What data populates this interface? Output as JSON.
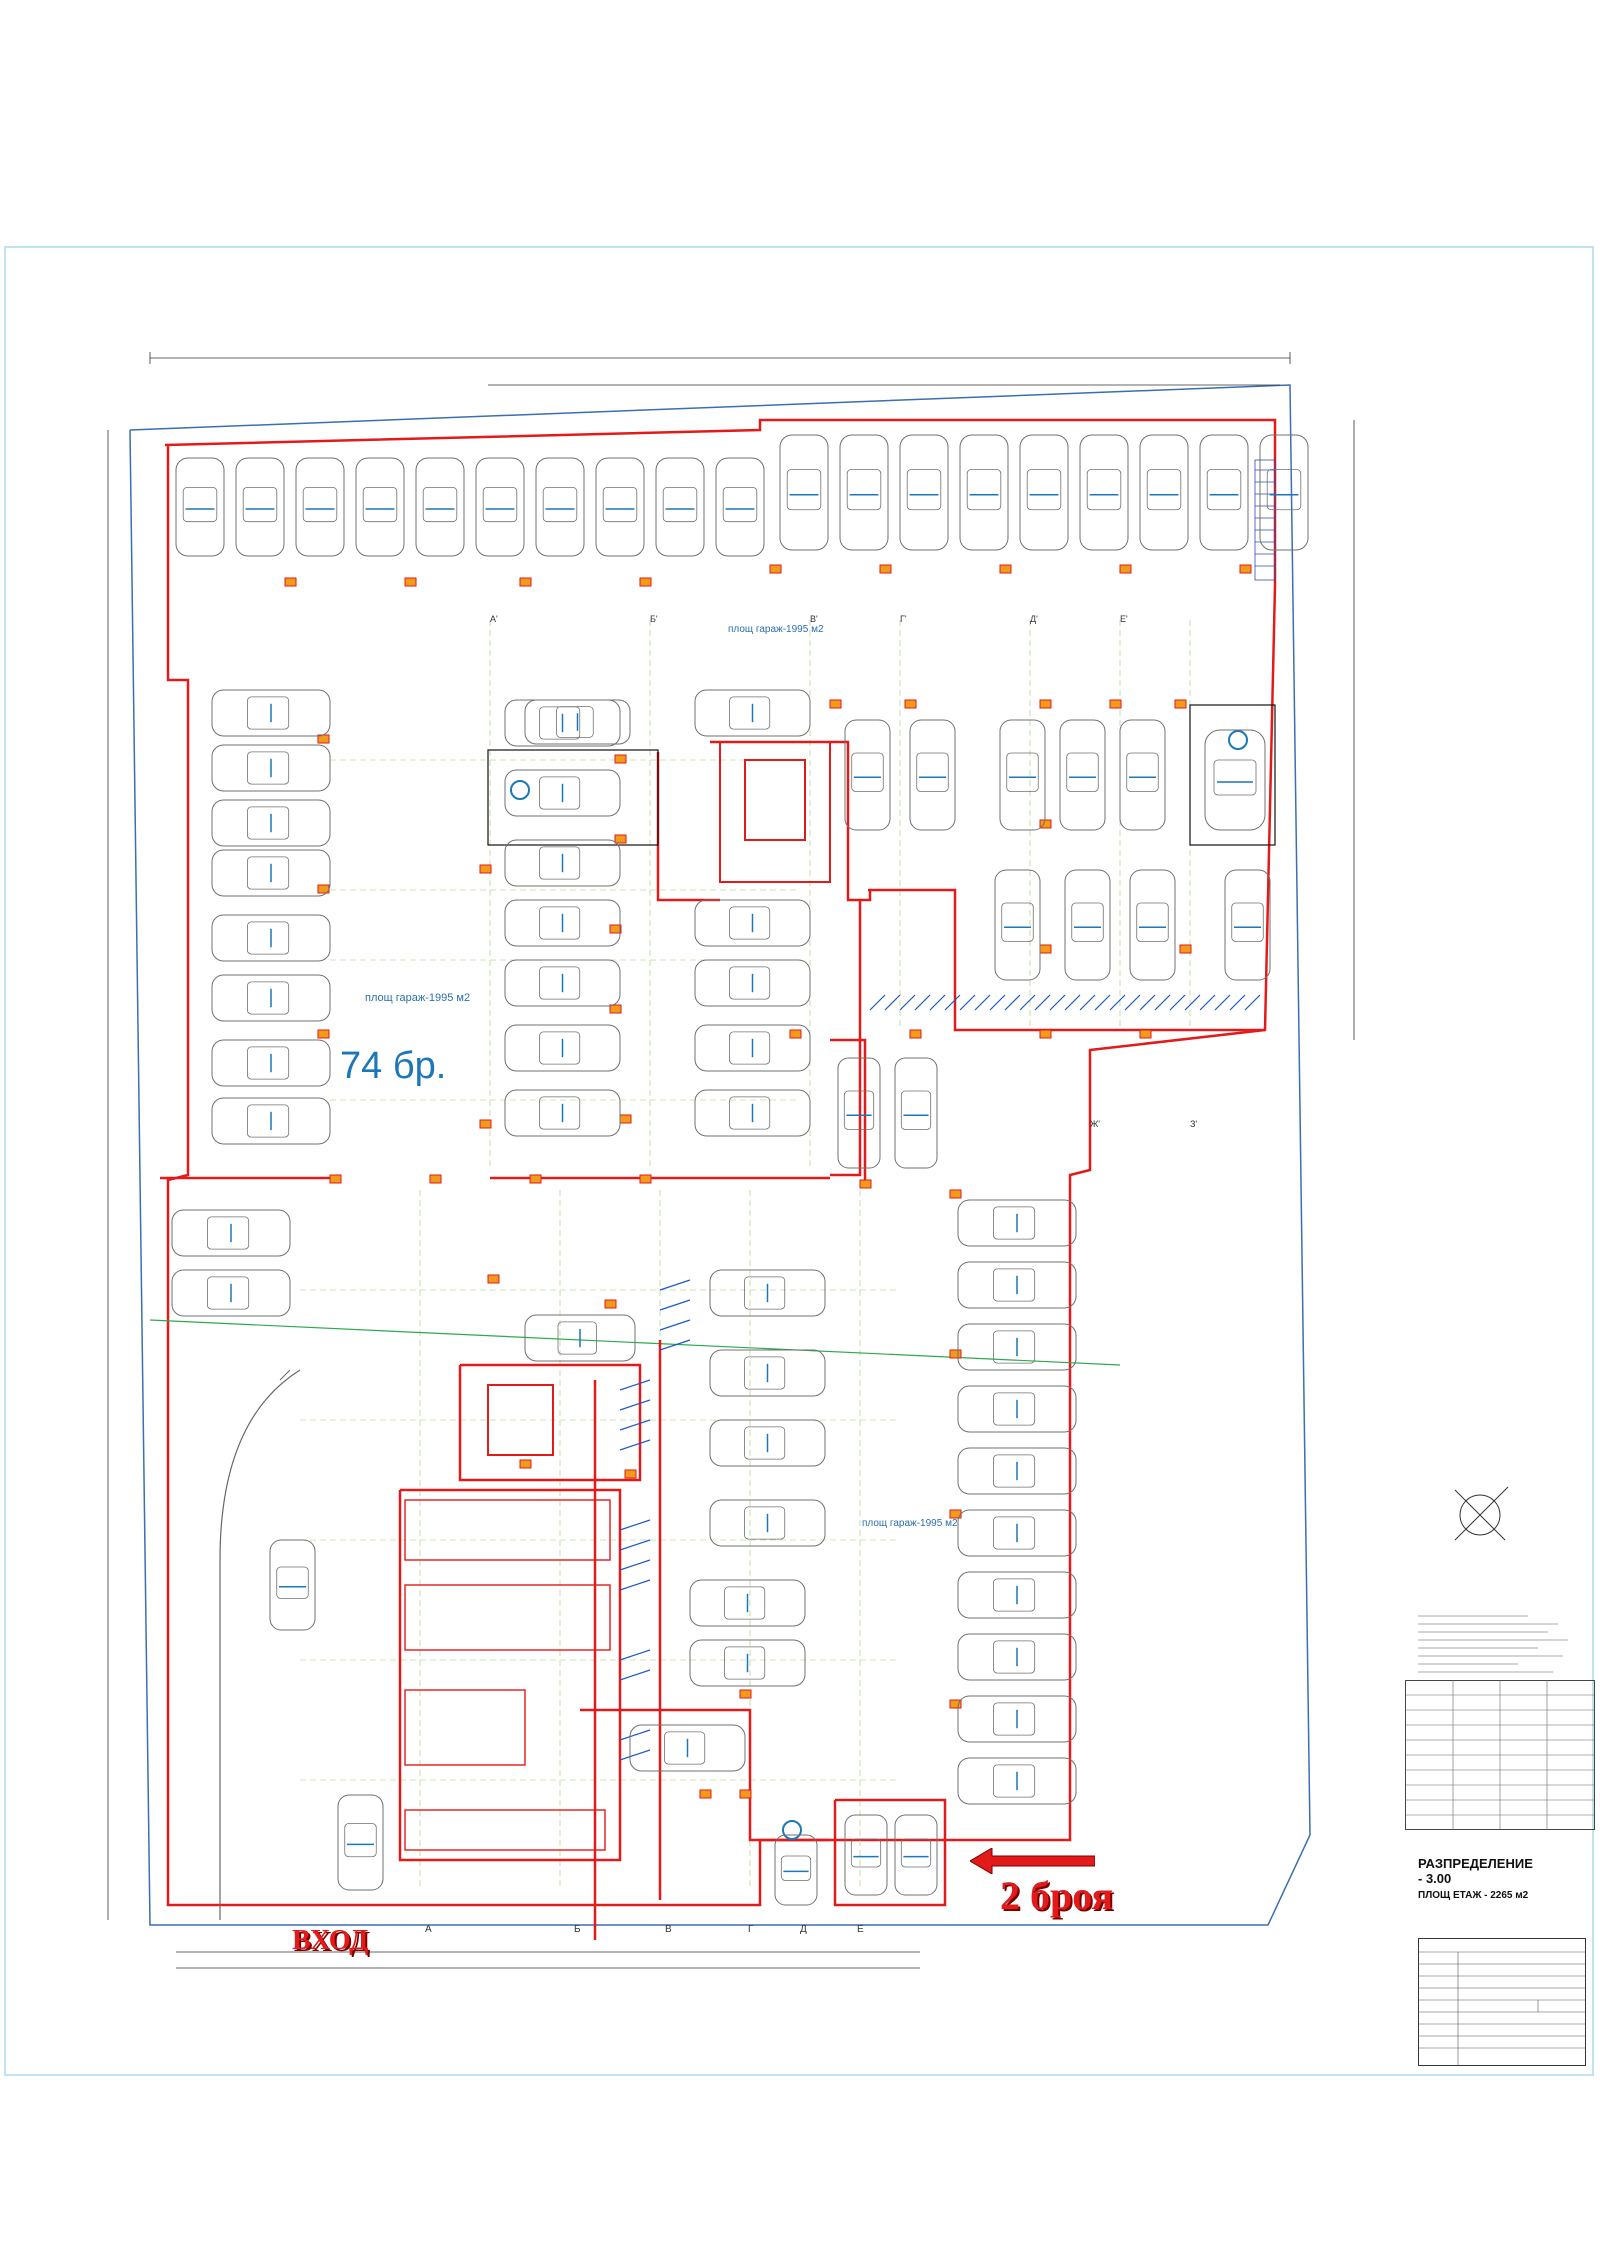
{
  "plan": {
    "title": "РАЗПРЕДЕЛЕНИЕ",
    "subtitle": "- 3.00",
    "floor_area": "ПЛОЩ ЕТАЖ - 2265 м2"
  },
  "annotations": {
    "count_label": "74 бр.",
    "two_spaces_label": "2 броя",
    "entrance_label": "ВХОД",
    "garage_area_label": "площ гараж-1995 м2"
  },
  "axes": {
    "bottom": [
      "А",
      "Б",
      "В",
      "Г",
      "Д",
      "Е"
    ],
    "top": [
      "А'",
      "Б'",
      "В'",
      "Г'",
      "Д'",
      "Е'",
      "Ж'",
      "З'"
    ]
  },
  "colors": {
    "wall": "#e31a1a",
    "column": "#f29a1a",
    "car_outline": "#707070",
    "label_blue": "#1b77b7",
    "dimension": "#333333",
    "grid": "#9ccf6a",
    "frame": "#bfe4ee",
    "section_line": "#2fa84f"
  },
  "icons": [
    "wheelchair-icon",
    "compass-icon",
    "stair-icon",
    "arrow-left-icon"
  ]
}
